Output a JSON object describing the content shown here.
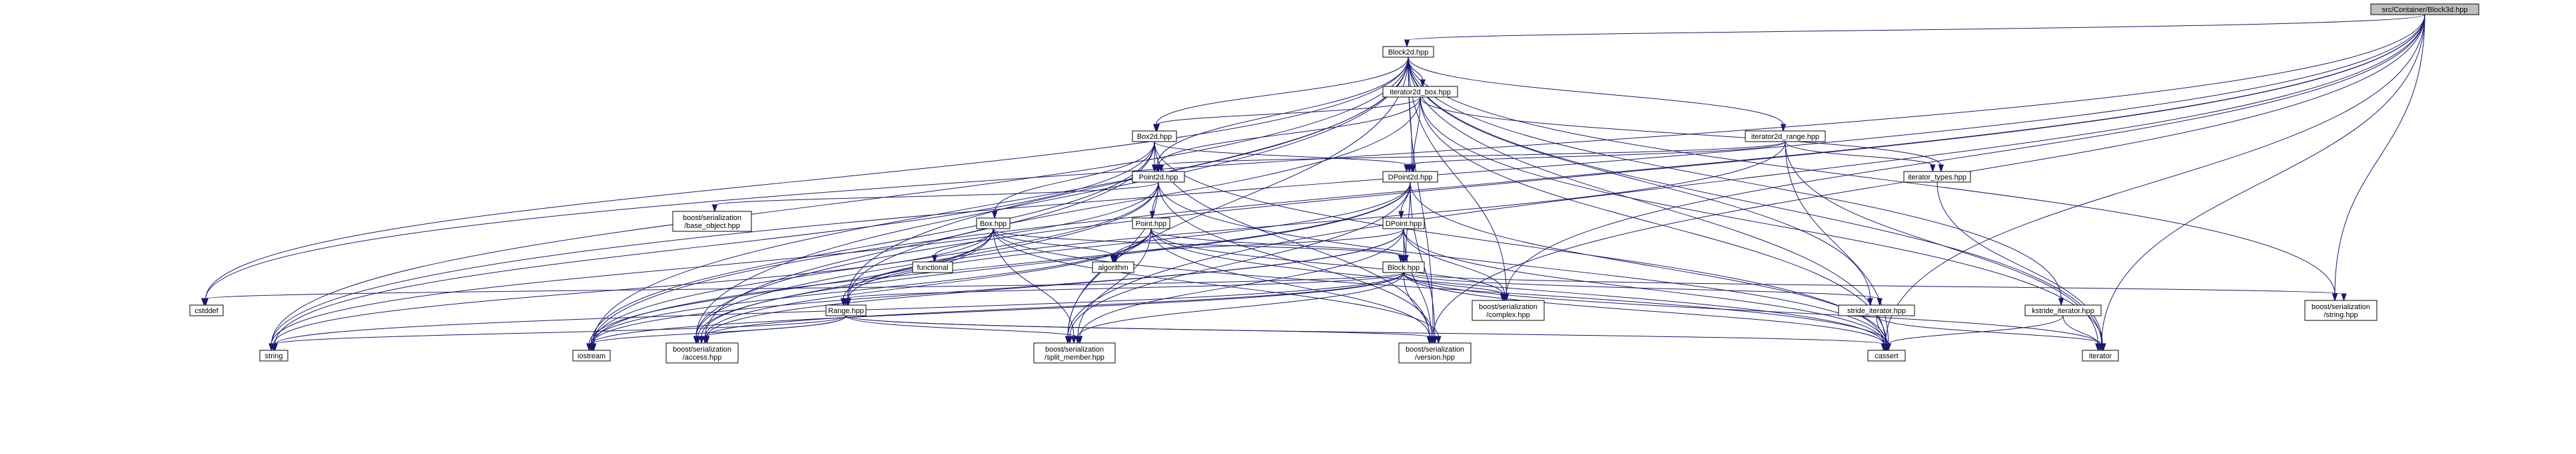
{
  "diagram": {
    "type": "include-dependency-graph",
    "colors": {
      "root_fill": "#bfbfbf",
      "node_fill": "#ffffff",
      "external_border": "#bfbfbf",
      "edge": "#191970"
    },
    "nodes": [
      {
        "id": "block3d",
        "lines": [
          "src/Container/Block3d.hpp"
        ],
        "kind": "root"
      },
      {
        "id": "block2d",
        "lines": [
          "Block2d.hpp"
        ],
        "kind": "local"
      },
      {
        "id": "it2d_box",
        "lines": [
          "iterator2d_box.hpp"
        ],
        "kind": "local"
      },
      {
        "id": "box2d",
        "lines": [
          "Box2d.hpp"
        ],
        "kind": "local"
      },
      {
        "id": "it2d_range",
        "lines": [
          "iterator2d_range.hpp"
        ],
        "kind": "local"
      },
      {
        "id": "point2d",
        "lines": [
          "Point2d.hpp"
        ],
        "kind": "local"
      },
      {
        "id": "dpoint2d",
        "lines": [
          "DPoint2d.hpp"
        ],
        "kind": "local"
      },
      {
        "id": "it_types",
        "lines": [
          "iterator_types.hpp"
        ],
        "kind": "local"
      },
      {
        "id": "base_object",
        "lines": [
          "boost/serialization",
          "/base_object.hpp"
        ],
        "kind": "external"
      },
      {
        "id": "box",
        "lines": [
          "Box.hpp"
        ],
        "kind": "local"
      },
      {
        "id": "point",
        "lines": [
          "Point.hpp"
        ],
        "kind": "local"
      },
      {
        "id": "dpoint",
        "lines": [
          "DPoint.hpp"
        ],
        "kind": "local"
      },
      {
        "id": "functional",
        "lines": [
          "functional"
        ],
        "kind": "external"
      },
      {
        "id": "algorithm",
        "lines": [
          "algorithm"
        ],
        "kind": "external"
      },
      {
        "id": "block",
        "lines": [
          "Block.hpp"
        ],
        "kind": "local"
      },
      {
        "id": "cstddef",
        "lines": [
          "cstddef"
        ],
        "kind": "external"
      },
      {
        "id": "complex",
        "lines": [
          "boost/serialization",
          "/complex.hpp"
        ],
        "kind": "external"
      },
      {
        "id": "range",
        "lines": [
          "Range.hpp"
        ],
        "kind": "local"
      },
      {
        "id": "stride_it",
        "lines": [
          "stride_iterator.hpp"
        ],
        "kind": "local"
      },
      {
        "id": "kstride_it",
        "lines": [
          "kstride_iterator.hpp"
        ],
        "kind": "local"
      },
      {
        "id": "bs_string",
        "lines": [
          "boost/serialization",
          "/string.hpp"
        ],
        "kind": "external"
      },
      {
        "id": "string",
        "lines": [
          "string"
        ],
        "kind": "external"
      },
      {
        "id": "iostream",
        "lines": [
          "iostream"
        ],
        "kind": "external"
      },
      {
        "id": "access",
        "lines": [
          "boost/serialization",
          "/access.hpp"
        ],
        "kind": "external"
      },
      {
        "id": "split_member",
        "lines": [
          "boost/serialization",
          "/split_member.hpp"
        ],
        "kind": "external"
      },
      {
        "id": "version",
        "lines": [
          "boost/serialization",
          "/version.hpp"
        ],
        "kind": "external"
      },
      {
        "id": "cassert",
        "lines": [
          "cassert"
        ],
        "kind": "external"
      },
      {
        "id": "iterator",
        "lines": [
          "iterator"
        ],
        "kind": "external"
      }
    ],
    "edges": [
      [
        "block3d",
        "block2d"
      ],
      [
        "block3d",
        "cstddef"
      ],
      [
        "block3d",
        "string"
      ],
      [
        "block3d",
        "iostream"
      ],
      [
        "block3d",
        "access"
      ],
      [
        "block3d",
        "split_member"
      ],
      [
        "block3d",
        "version"
      ],
      [
        "block3d",
        "complex"
      ],
      [
        "block3d",
        "bs_string"
      ],
      [
        "block3d",
        "cassert"
      ],
      [
        "block3d",
        "iterator"
      ],
      [
        "block2d",
        "it2d_box"
      ],
      [
        "block2d",
        "it2d_range"
      ],
      [
        "block2d",
        "box2d"
      ],
      [
        "block2d",
        "point2d"
      ],
      [
        "block2d",
        "dpoint2d"
      ],
      [
        "block2d",
        "range"
      ],
      [
        "block2d",
        "stride_it"
      ],
      [
        "block2d",
        "kstride_it"
      ],
      [
        "block2d",
        "cstddef"
      ],
      [
        "block2d",
        "string"
      ],
      [
        "block2d",
        "iostream"
      ],
      [
        "block2d",
        "access"
      ],
      [
        "block2d",
        "split_member"
      ],
      [
        "block2d",
        "version"
      ],
      [
        "block2d",
        "complex"
      ],
      [
        "block2d",
        "bs_string"
      ],
      [
        "block2d",
        "cassert"
      ],
      [
        "block2d",
        "iterator"
      ],
      [
        "it2d_box",
        "box2d"
      ],
      [
        "it2d_box",
        "point2d"
      ],
      [
        "it2d_box",
        "dpoint2d"
      ],
      [
        "it2d_box",
        "it_types"
      ],
      [
        "it2d_box",
        "iterator"
      ],
      [
        "it2d_box",
        "cassert"
      ],
      [
        "it2d_box",
        "range"
      ],
      [
        "box2d",
        "point2d"
      ],
      [
        "box2d",
        "dpoint2d"
      ],
      [
        "box2d",
        "box"
      ],
      [
        "box2d",
        "string"
      ],
      [
        "box2d",
        "iostream"
      ],
      [
        "box2d",
        "access"
      ],
      [
        "box2d",
        "version"
      ],
      [
        "box2d",
        "cassert"
      ],
      [
        "it2d_range",
        "point2d"
      ],
      [
        "it2d_range",
        "dpoint2d"
      ],
      [
        "it2d_range",
        "it_types"
      ],
      [
        "it2d_range",
        "iterator"
      ],
      [
        "it2d_range",
        "cassert"
      ],
      [
        "it2d_range",
        "range"
      ],
      [
        "point2d",
        "point"
      ],
      [
        "point2d",
        "base_object"
      ],
      [
        "point2d",
        "string"
      ],
      [
        "point2d",
        "iostream"
      ],
      [
        "point2d",
        "access"
      ],
      [
        "point2d",
        "split_member"
      ],
      [
        "point2d",
        "version"
      ],
      [
        "point2d",
        "cassert"
      ],
      [
        "dpoint2d",
        "dpoint"
      ],
      [
        "dpoint2d",
        "block"
      ],
      [
        "dpoint2d",
        "iostream"
      ],
      [
        "dpoint2d",
        "access"
      ],
      [
        "dpoint2d",
        "split_member"
      ],
      [
        "dpoint2d",
        "version"
      ],
      [
        "dpoint2d",
        "cassert"
      ],
      [
        "dpoint2d",
        "range"
      ],
      [
        "it_types",
        "iterator"
      ],
      [
        "box",
        "range"
      ],
      [
        "box",
        "block"
      ],
      [
        "box",
        "functional"
      ],
      [
        "box",
        "algorithm"
      ],
      [
        "box",
        "string"
      ],
      [
        "box",
        "iostream"
      ],
      [
        "box",
        "access"
      ],
      [
        "box",
        "split_member"
      ],
      [
        "box",
        "version"
      ],
      [
        "box",
        "cassert"
      ],
      [
        "point",
        "block"
      ],
      [
        "point",
        "algorithm"
      ],
      [
        "point",
        "complex"
      ],
      [
        "point",
        "iostream"
      ],
      [
        "point",
        "access"
      ],
      [
        "point",
        "split_member"
      ],
      [
        "point",
        "version"
      ],
      [
        "point",
        "cassert"
      ],
      [
        "dpoint",
        "block"
      ],
      [
        "dpoint",
        "algorithm"
      ],
      [
        "dpoint",
        "complex"
      ],
      [
        "dpoint",
        "iostream"
      ],
      [
        "dpoint",
        "access"
      ],
      [
        "dpoint",
        "split_member"
      ],
      [
        "dpoint",
        "version"
      ],
      [
        "dpoint",
        "cassert"
      ],
      [
        "block",
        "range"
      ],
      [
        "block",
        "stride_it"
      ],
      [
        "block",
        "cstddef"
      ],
      [
        "block",
        "iterator"
      ],
      [
        "block",
        "string"
      ],
      [
        "block",
        "iostream"
      ],
      [
        "block",
        "access"
      ],
      [
        "block",
        "split_member"
      ],
      [
        "block",
        "version"
      ],
      [
        "block",
        "complex"
      ],
      [
        "block",
        "bs_string"
      ],
      [
        "block",
        "cassert"
      ],
      [
        "range",
        "string"
      ],
      [
        "range",
        "iostream"
      ],
      [
        "range",
        "access"
      ],
      [
        "range",
        "split_member"
      ],
      [
        "range",
        "version"
      ],
      [
        "range",
        "cassert"
      ],
      [
        "stride_it",
        "iterator"
      ],
      [
        "stride_it",
        "cassert"
      ],
      [
        "kstride_it",
        "iterator"
      ],
      [
        "kstride_it",
        "cassert"
      ]
    ]
  }
}
